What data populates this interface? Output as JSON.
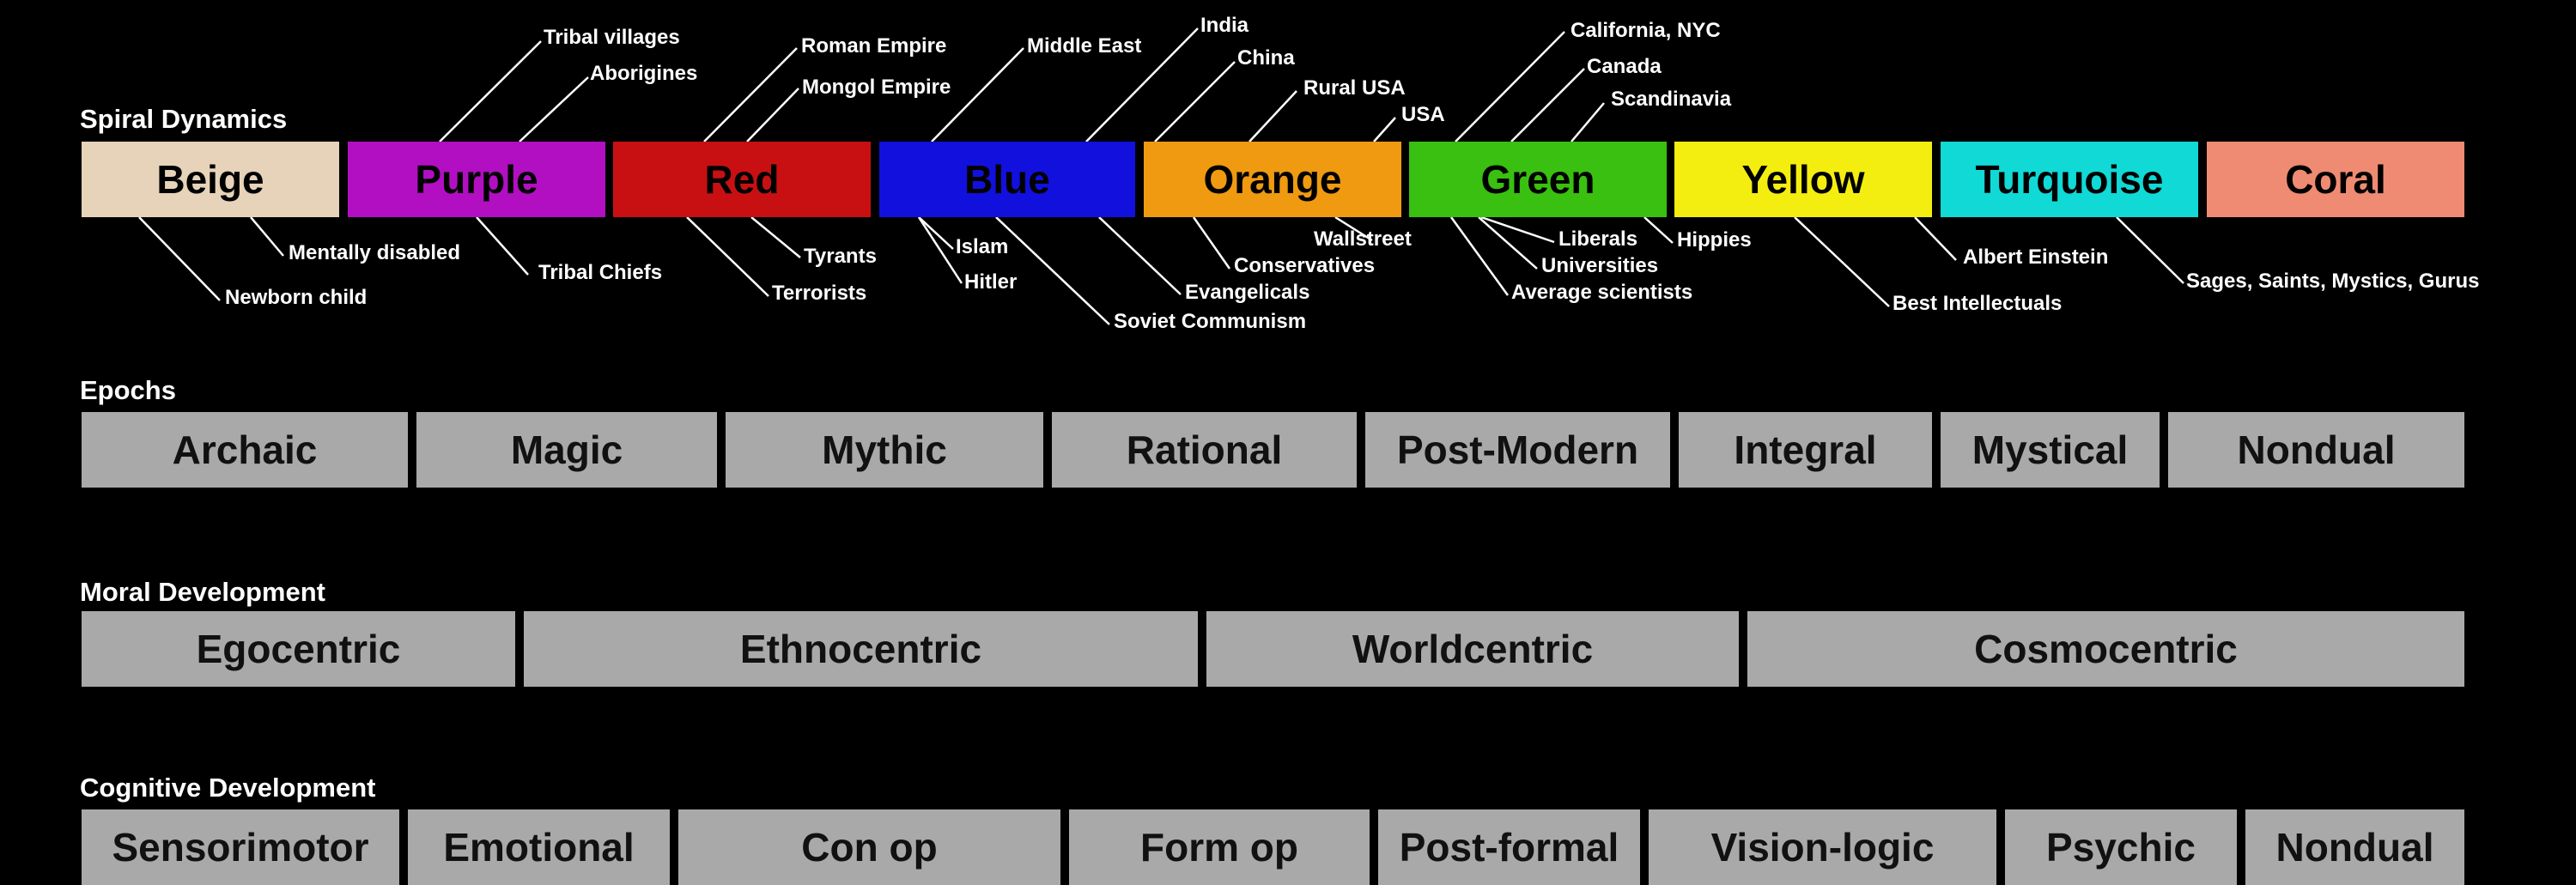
{
  "sections": {
    "spiral": "Spiral Dynamics",
    "epochs": "Epochs",
    "moral": "Moral Development",
    "cognitive": "Cognitive Development"
  },
  "spiral_levels": [
    {
      "name": "Beige",
      "color": "#e6d3b9"
    },
    {
      "name": "Purple",
      "color": "#b20fc2"
    },
    {
      "name": "Red",
      "color": "#c81012"
    },
    {
      "name": "Blue",
      "color": "#1210dd"
    },
    {
      "name": "Orange",
      "color": "#ef9a10"
    },
    {
      "name": "Green",
      "color": "#39c010"
    },
    {
      "name": "Yellow",
      "color": "#f4ed10"
    },
    {
      "name": "Turquoise",
      "color": "#10d9d6"
    },
    {
      "name": "Coral",
      "color": "#ee8b72"
    }
  ],
  "annotations_above": [
    "Tribal villages",
    "Aborigines",
    "Roman Empire",
    "Mongol Empire",
    "Middle East",
    "India",
    "China",
    "Rural USA",
    "USA",
    "California, NYC",
    "Canada",
    "Scandinavia"
  ],
  "annotations_below": [
    "Newborn child",
    "Mentally disabled",
    "Tribal Chiefs",
    "Tyrants",
    "Terrorists",
    "Islam",
    "Hitler",
    "Soviet Communism",
    "Evangelicals",
    "Conservatives",
    "Wallstreet",
    "Liberals",
    "Universities",
    "Average scientists",
    "Hippies",
    "Best Intellectuals",
    "Albert Einstein",
    "Sages, Saints, Mystics, Gurus"
  ],
  "epochs": [
    "Archaic",
    "Magic",
    "Mythic",
    "Rational",
    "Post-Modern",
    "Integral",
    "Mystical",
    "Nondual"
  ],
  "moral": [
    "Egocentric",
    "Ethnocentric",
    "Worldcentric",
    "Cosmocentric"
  ],
  "cognitive": [
    "Sensorimotor",
    "Emotional",
    "Con op",
    "Form op",
    "Post-formal",
    "Vision-logic",
    "Psychic",
    "Nondual"
  ]
}
